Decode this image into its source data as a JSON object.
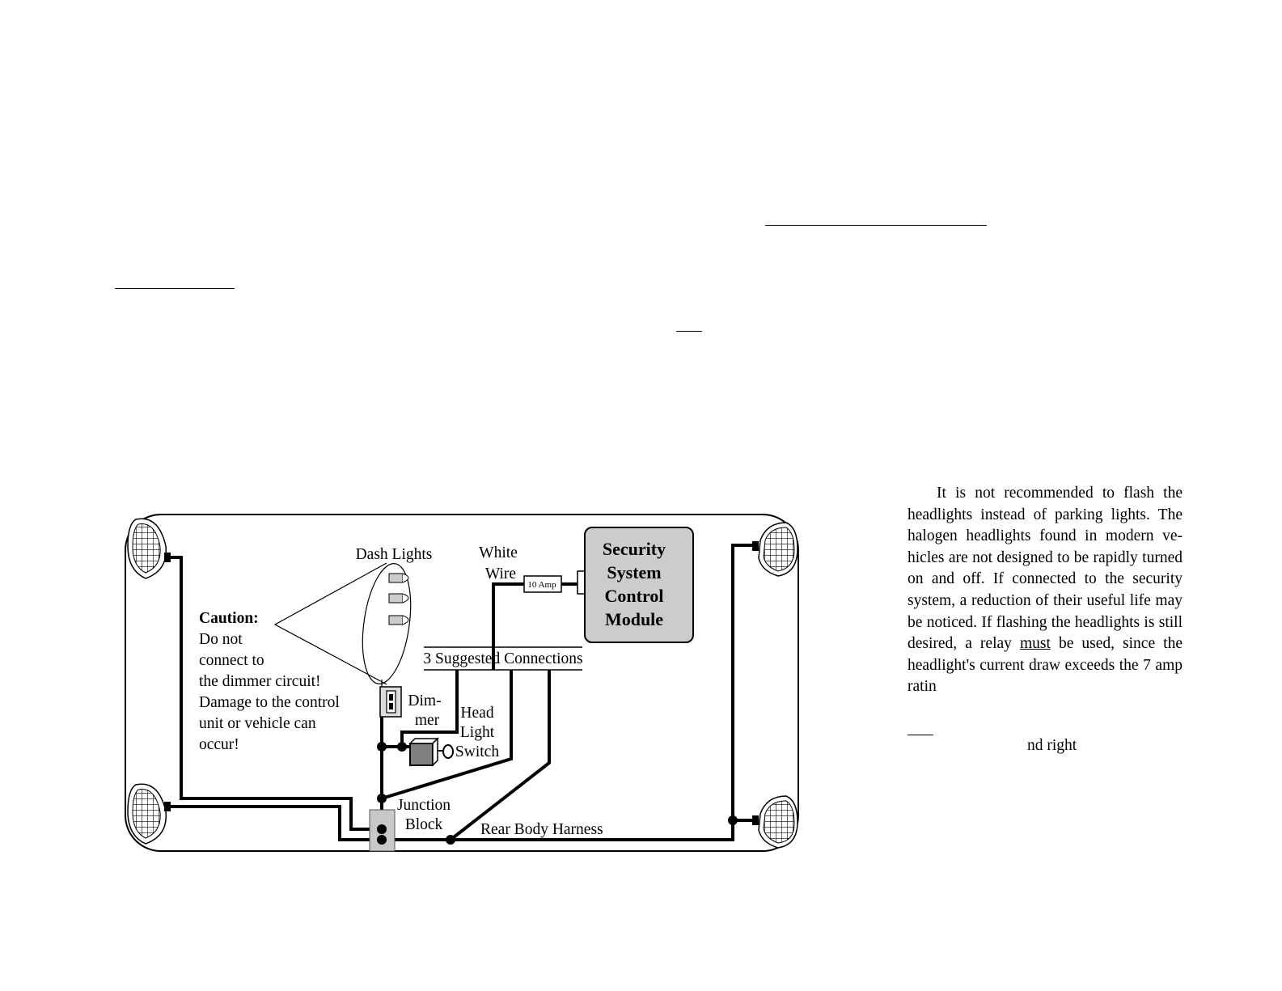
{
  "diagram": {
    "labels": {
      "dash_lights": "Dash Lights",
      "white_wire_1": "White",
      "white_wire_2": "Wire",
      "fuse": "10 Amp",
      "module_1": "Security",
      "module_2": "System",
      "module_3": "Control",
      "module_4": "Module",
      "caution_title": "Caution:",
      "caution_1": "Do not",
      "caution_2": "connect to",
      "caution_3": "the dimmer circuit!",
      "caution_4": "Damage to the control",
      "caution_5": "unit or vehicle can",
      "caution_6": "occur!",
      "suggested": "3 Suggested Connections",
      "dimmer_1": "Dim-",
      "dimmer_2": "mer",
      "headlight_1": "Head",
      "headlight_2": "Light",
      "headlight_3": "Switch",
      "junction_1": "Junction",
      "junction_2": "Block",
      "rear_harness": "Rear Body Harness"
    },
    "colors": {
      "wire": "#000000",
      "module_fill": "#cccccc",
      "junction_fill": "#c8c8c8",
      "switch_fill": "#808080"
    }
  },
  "side_text": {
    "p1_a": "It is not recommended to flash the headlights instead of parking lights. The halogen headlights found in modern ve­hicles are not designed  to be rapidly turned on and off. If connected to the security system, a reduction of their useful life may be noticed. If flashing the headlights is still desired, a relay ",
    "p1_must": "must",
    "p1_b": " be used, since the headlight's cur­rent draw exceeds the 7 amp ratin",
    "fragment": "nd right"
  }
}
